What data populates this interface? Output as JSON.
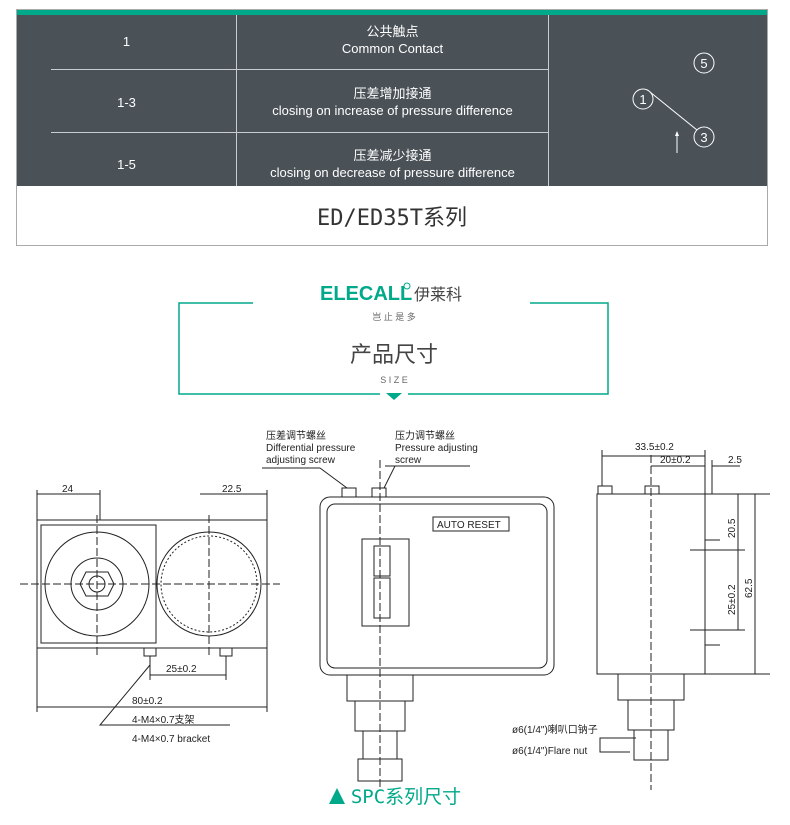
{
  "table": {
    "rows": [
      {
        "code": "1",
        "cn": "公共触点",
        "en": "Common Contact"
      },
      {
        "code": "1-3",
        "cn": "压差增加接通",
        "en": "closing on increase of pressure difference"
      },
      {
        "code": "1-5",
        "cn": "压差减少接通",
        "en": "closing on decrease of pressure difference"
      }
    ],
    "diagram": {
      "t5": "5",
      "t1": "1",
      "t3": "3"
    },
    "series": "ED/ED35T系列"
  },
  "brand": {
    "logo": "ELECALL",
    "logo_cn": "伊莱科",
    "slogan": "岂 止 是 多",
    "title": "产品尺寸",
    "subtitle": "S I Z E"
  },
  "colors": {
    "accent": "#00a98a",
    "dark": "#4a5157"
  },
  "drawing": {
    "left": {
      "d24": "24",
      "d225": "22.5",
      "d25": "25±0.2",
      "d80": "80±0.2",
      "bracket_cn": "4-M4×0.7支架",
      "bracket_en": "4-M4×0.7 bracket"
    },
    "middle": {
      "diff_cn": "压差调节螺丝",
      "diff_en1": "Differential pressure",
      "diff_en2": "adjusting screw",
      "press_cn": "压力调节螺丝",
      "press_en1": "Pressure adjusting",
      "press_en2": "screw",
      "auto_reset": "AUTO RESET"
    },
    "right": {
      "d335": "33.5±0.2",
      "d20": "20±0.2",
      "d25": "2.5",
      "d205": "20.5",
      "d25v": "25±0.2",
      "d625": "62.5",
      "flare_cn": "ø6(1/4\")喇叭口钠子",
      "flare_en": "ø6(1/4\")Flare nut"
    }
  },
  "footer": {
    "caption": "SPC系列尺寸"
  }
}
